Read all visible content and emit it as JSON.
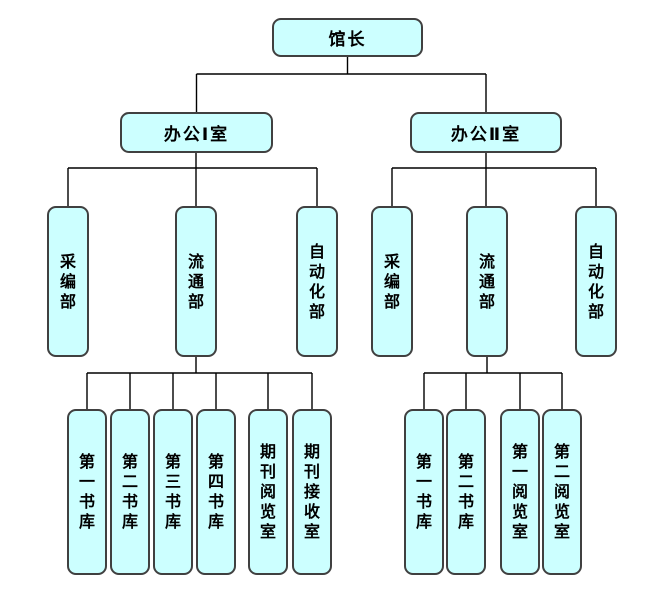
{
  "colors": {
    "box_fill": "#ccffff",
    "box_border": "#404040",
    "line": "#000000",
    "background": "#ffffff",
    "text": "#000000"
  },
  "tree": {
    "root": {
      "label": "馆长"
    },
    "left_branch": {
      "office": {
        "label": "办公Ⅰ室"
      },
      "departments": [
        "采编部",
        "流通部",
        "自动化部"
      ],
      "units": [
        "第一书库",
        "第二书库",
        "第三书库",
        "第四书库",
        "期刊阅览室",
        "期刊接收室"
      ]
    },
    "right_branch": {
      "office": {
        "label": "办公Ⅱ室"
      },
      "departments": [
        "采编部",
        "流通部",
        "自动化部"
      ],
      "units": [
        "第一书库",
        "第二书库",
        "第一阅览室",
        "第二阅览室"
      ]
    }
  }
}
